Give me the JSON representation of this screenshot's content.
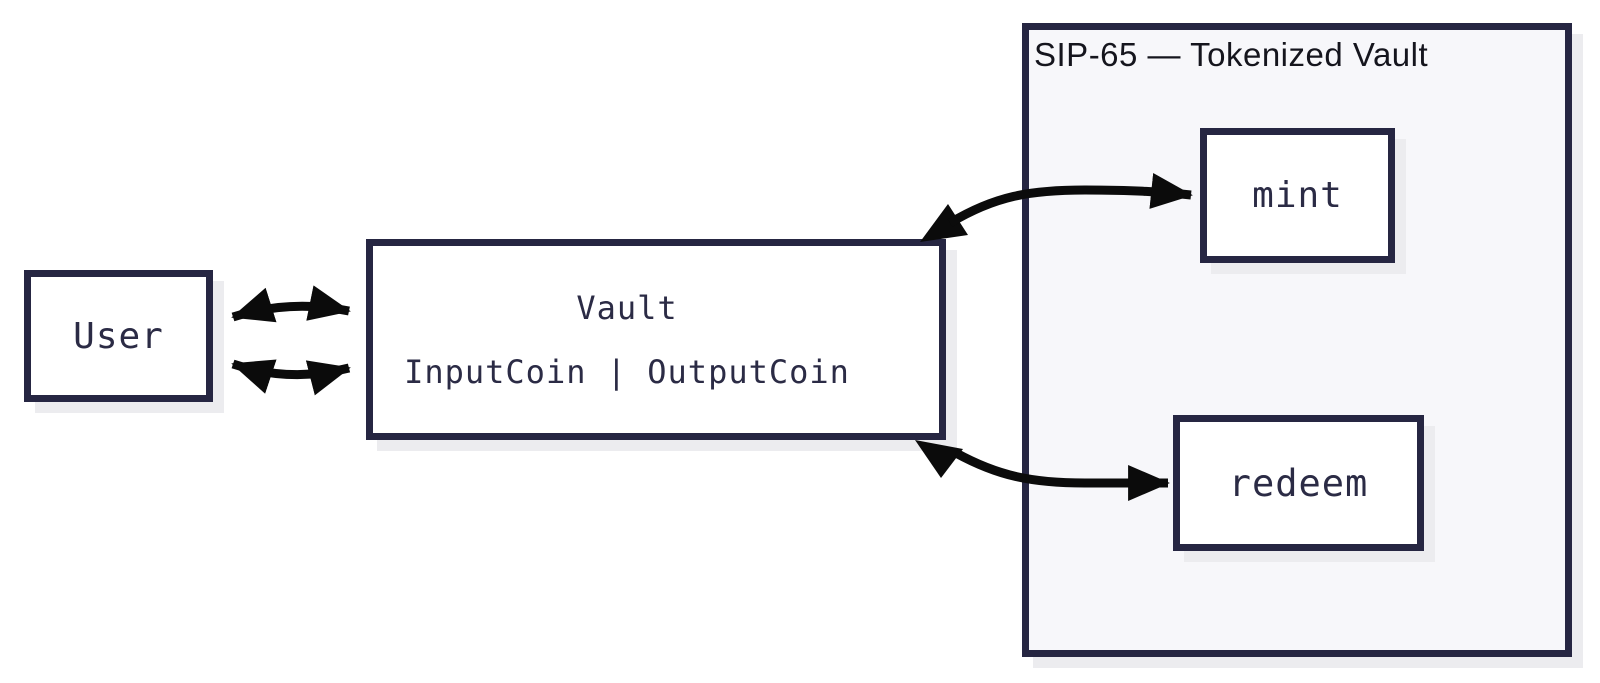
{
  "diagram": {
    "title": "SIP-65 — Tokenized Vault",
    "nodes": {
      "user": {
        "label": "User"
      },
      "vault": {
        "label_line1": "Vault",
        "label_line2": "InputCoin | OutputCoin"
      },
      "mint": {
        "label": "mint"
      },
      "redeem": {
        "label": "redeem"
      }
    },
    "edges": [
      {
        "from": "User",
        "to": "Vault",
        "style": "bidirectional"
      },
      {
        "from": "User",
        "to": "Vault",
        "style": "bidirectional"
      },
      {
        "from": "Vault",
        "to": "mint",
        "style": "bidirectional"
      },
      {
        "from": "Vault",
        "to": "redeem",
        "style": "bidirectional"
      }
    ],
    "colors": {
      "border": "#262642",
      "text": "#2b2b45",
      "title_text": "#15151d",
      "container_fill": "#f7f7fa",
      "node_fill": "#ffffff",
      "shadow": "#ececef",
      "arrow": "#0b0b0b"
    }
  }
}
